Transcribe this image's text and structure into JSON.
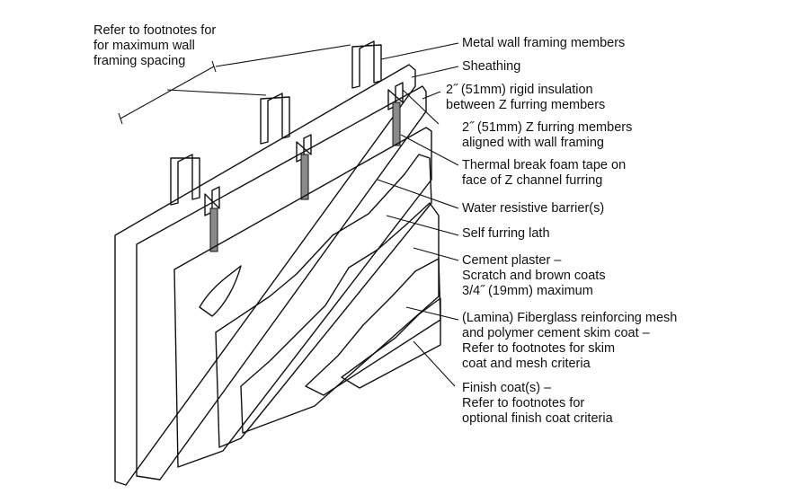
{
  "annotations": {
    "spacing_note": [
      "Refer to footnotes for",
      "for maximum wall",
      "framing spacing"
    ],
    "labels": [
      {
        "id": "metal-framing",
        "lines": [
          "Metal wall framing members"
        ]
      },
      {
        "id": "sheathing",
        "lines": [
          "Sheathing"
        ]
      },
      {
        "id": "rigid-insulation",
        "lines": [
          "2˝ (51mm) rigid insulation",
          "between Z furring members"
        ]
      },
      {
        "id": "z-furring",
        "lines": [
          "2˝ (51mm) Z furring members",
          "aligned with wall framing"
        ]
      },
      {
        "id": "thermal-break",
        "lines": [
          "Thermal break foam tape on",
          "face of Z channel furring"
        ]
      },
      {
        "id": "wrb",
        "lines": [
          "Water resistive barrier(s)"
        ]
      },
      {
        "id": "lath",
        "lines": [
          "Self furring lath"
        ]
      },
      {
        "id": "cement-plaster",
        "lines": [
          "Cement plaster –",
          "Scratch and brown coats",
          "3/4˝ (19mm) maximum"
        ]
      },
      {
        "id": "lamina",
        "lines": [
          "(Lamina) Fiberglass reinforcing mesh",
          "and polymer cement skim coat –",
          "Refer to footnotes for skim",
          "coat and mesh criteria"
        ]
      },
      {
        "id": "finish-coat",
        "lines": [
          "Finish coat(s) –",
          "Refer to footnotes for",
          "optional finish coat criteria"
        ]
      }
    ]
  },
  "colors": {
    "line": "#111111",
    "insulation_fill": "#c9c9c9",
    "plaster_fill": "#e6e6e6",
    "tape_fill": "#8a8a8a"
  }
}
